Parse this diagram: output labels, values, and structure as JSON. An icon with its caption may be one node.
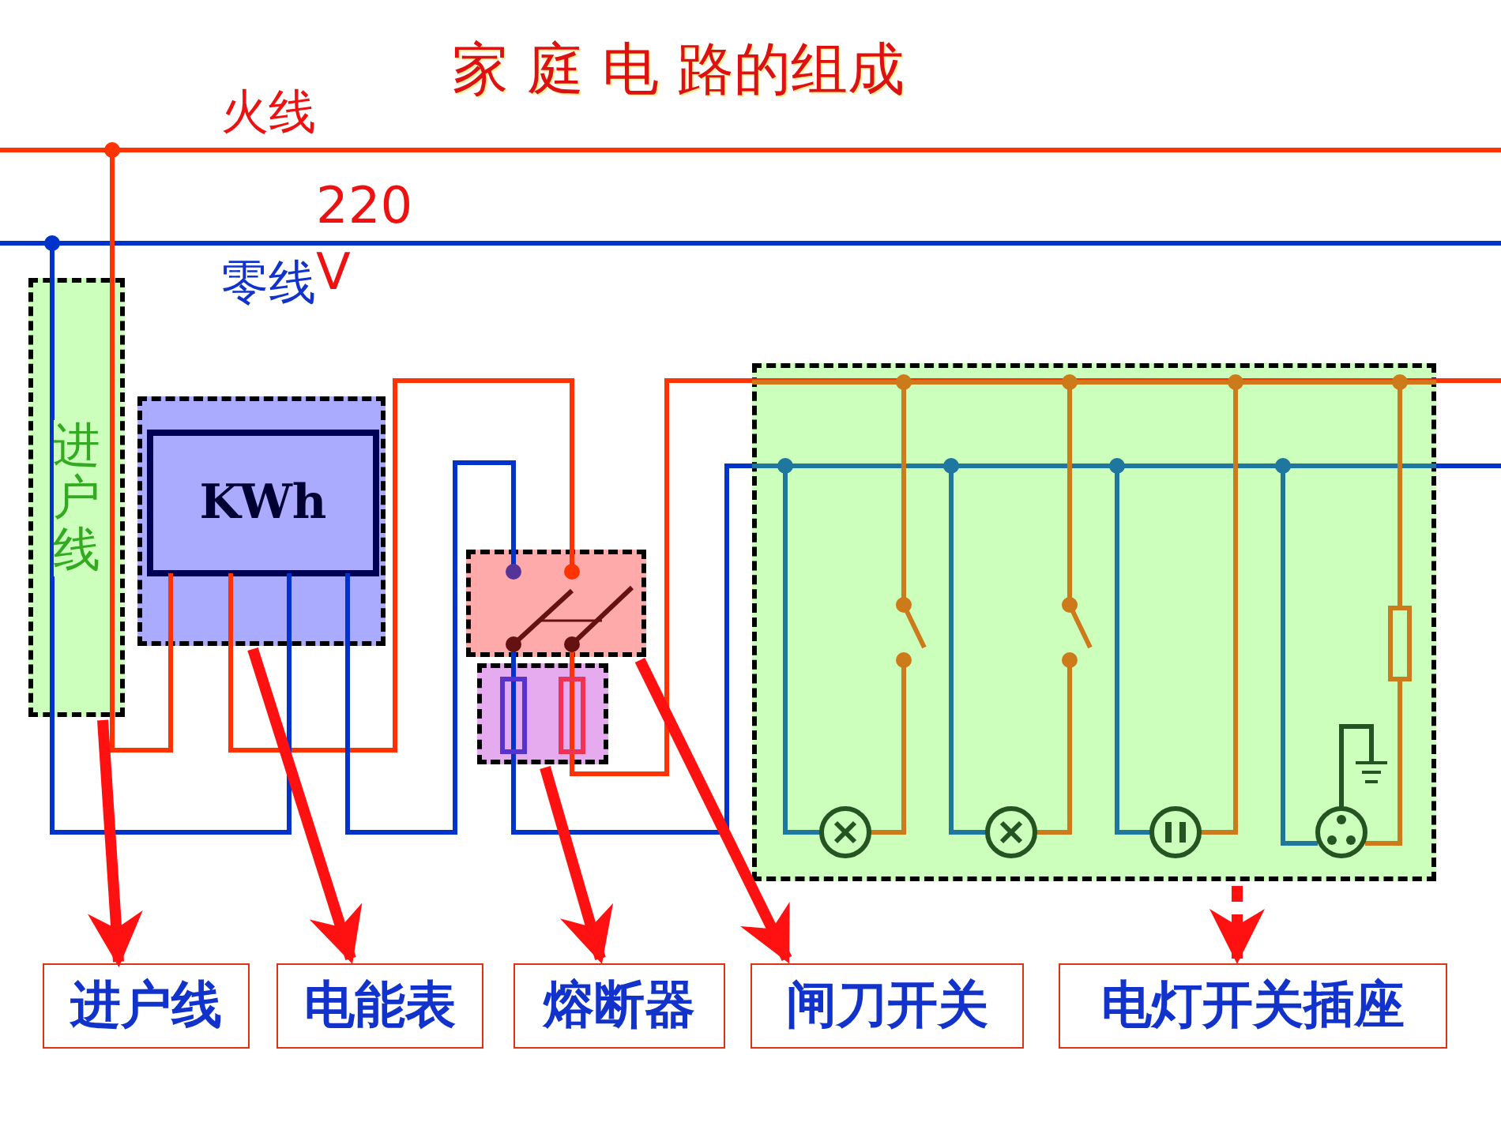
{
  "diagram": {
    "title": "家 庭 电 路的组成",
    "nodes": [
      {
        "text": [
          "进户线"
        ]
      },
      {
        "text": [],
        "shape": "box"
      },
      {
        "text": [
          "KWh"
        ],
        "in": 1
      },
      {
        "text": [],
        "shape": "box"
      },
      {
        "text": [],
        "shape": "box"
      },
      {
        "text": [],
        "shape": "box"
      },
      {
        "text": [
          "进户线"
        ]
      },
      {
        "text": [
          "电能表"
        ]
      },
      {
        "text": [
          "熔断器"
        ]
      },
      {
        "text": [
          "闸刀开关"
        ]
      },
      {
        "text": [
          "电灯开关插座"
        ]
      }
    ],
    "edges": [
      {
        "from": 0,
        "to": 6,
        "arrow": "to"
      },
      {
        "from": 1,
        "to": 7,
        "arrow": "to"
      },
      {
        "from": 4,
        "to": 8,
        "arrow": "to"
      },
      {
        "from": 3,
        "to": 9,
        "arrow": "to"
      },
      {
        "from": 5,
        "to": 10,
        "arrow": "to",
        "style": "dashed"
      }
    ],
    "labels": [
      "火线",
      "220 V",
      "零线"
    ]
  }
}
